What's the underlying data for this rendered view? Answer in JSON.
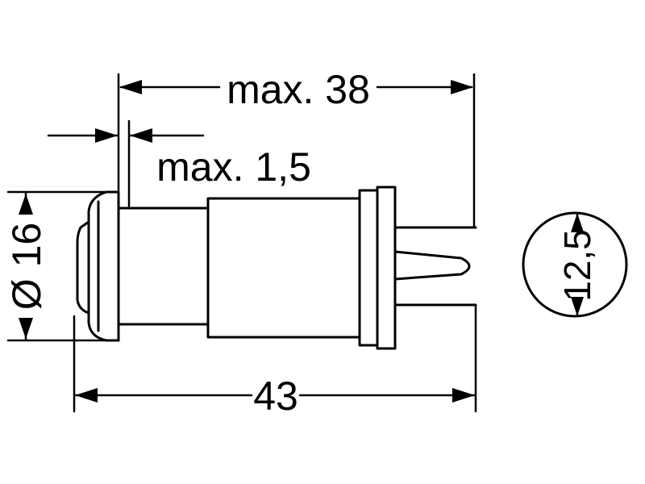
{
  "diagram": {
    "labels": {
      "overall_depth": "max. 38",
      "panel_thickness": "max. 1,5",
      "diameter": "Ø 16",
      "total_length": "43",
      "hole_diameter": "12,5"
    }
  }
}
